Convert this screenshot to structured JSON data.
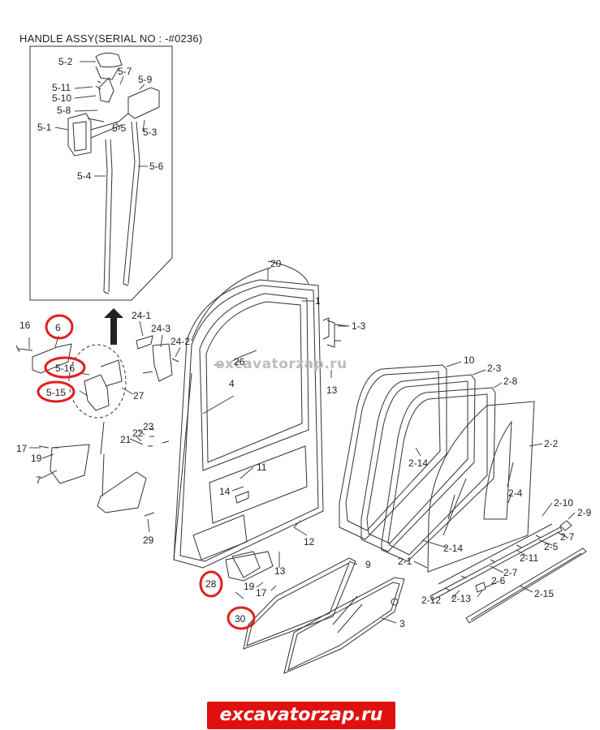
{
  "title": "HANDLE ASSY(SERIAL NO : -#0236)",
  "watermark": "excavatorzap.ru",
  "banner_text": "excavatorzap.ru",
  "colors": {
    "highlight": "#e02020",
    "line": "#333333",
    "banner": "#e01010"
  },
  "labels": {
    "l5_2": "5-2",
    "l5_7": "5-7",
    "l5_9": "5-9",
    "l5_11": "5-11",
    "l5_10": "5-10",
    "l5_8": "5-8",
    "l5_1": "5-1",
    "l5_5": "5-5",
    "l5_3": "5-3",
    "l5_4": "5-4",
    "l5_6": "5-6",
    "l20": "20",
    "l1": "1",
    "l1_3": "1-3",
    "l16": "16",
    "l6": "6",
    "l24_1": "24-1",
    "l24_3": "24-3",
    "l24_2": "24-2",
    "l26": "26",
    "l5_16": "5-16",
    "l5_15": "5-15",
    "l27": "27",
    "l4": "4",
    "l13a": "13",
    "l10": "10",
    "l2_3": "2-3",
    "l2_8": "2-8",
    "l2_2": "2-2",
    "l23": "23",
    "l22": "22",
    "l21": "21",
    "l17a": "17",
    "l19a": "19",
    "l7": "7",
    "l11": "11",
    "l14": "14",
    "l2_14a": "2-14",
    "l2_4": "2-4",
    "l2_10": "2-10",
    "l2_9": "2-9",
    "l29": "29",
    "l12": "12",
    "l2_7a": "2-7",
    "l2_5": "2-5",
    "l2_14b": "2-14",
    "l2_11": "2-11",
    "l2_1": "2-1",
    "l9": "9",
    "l13b": "13",
    "l28": "28",
    "l19b": "19",
    "l17b": "17",
    "l2_6": "2-6",
    "l2_7b": "2-7",
    "l2_12": "2-12",
    "l2_13": "2-13",
    "l2_15": "2-15",
    "l30": "30",
    "l3": "3"
  }
}
